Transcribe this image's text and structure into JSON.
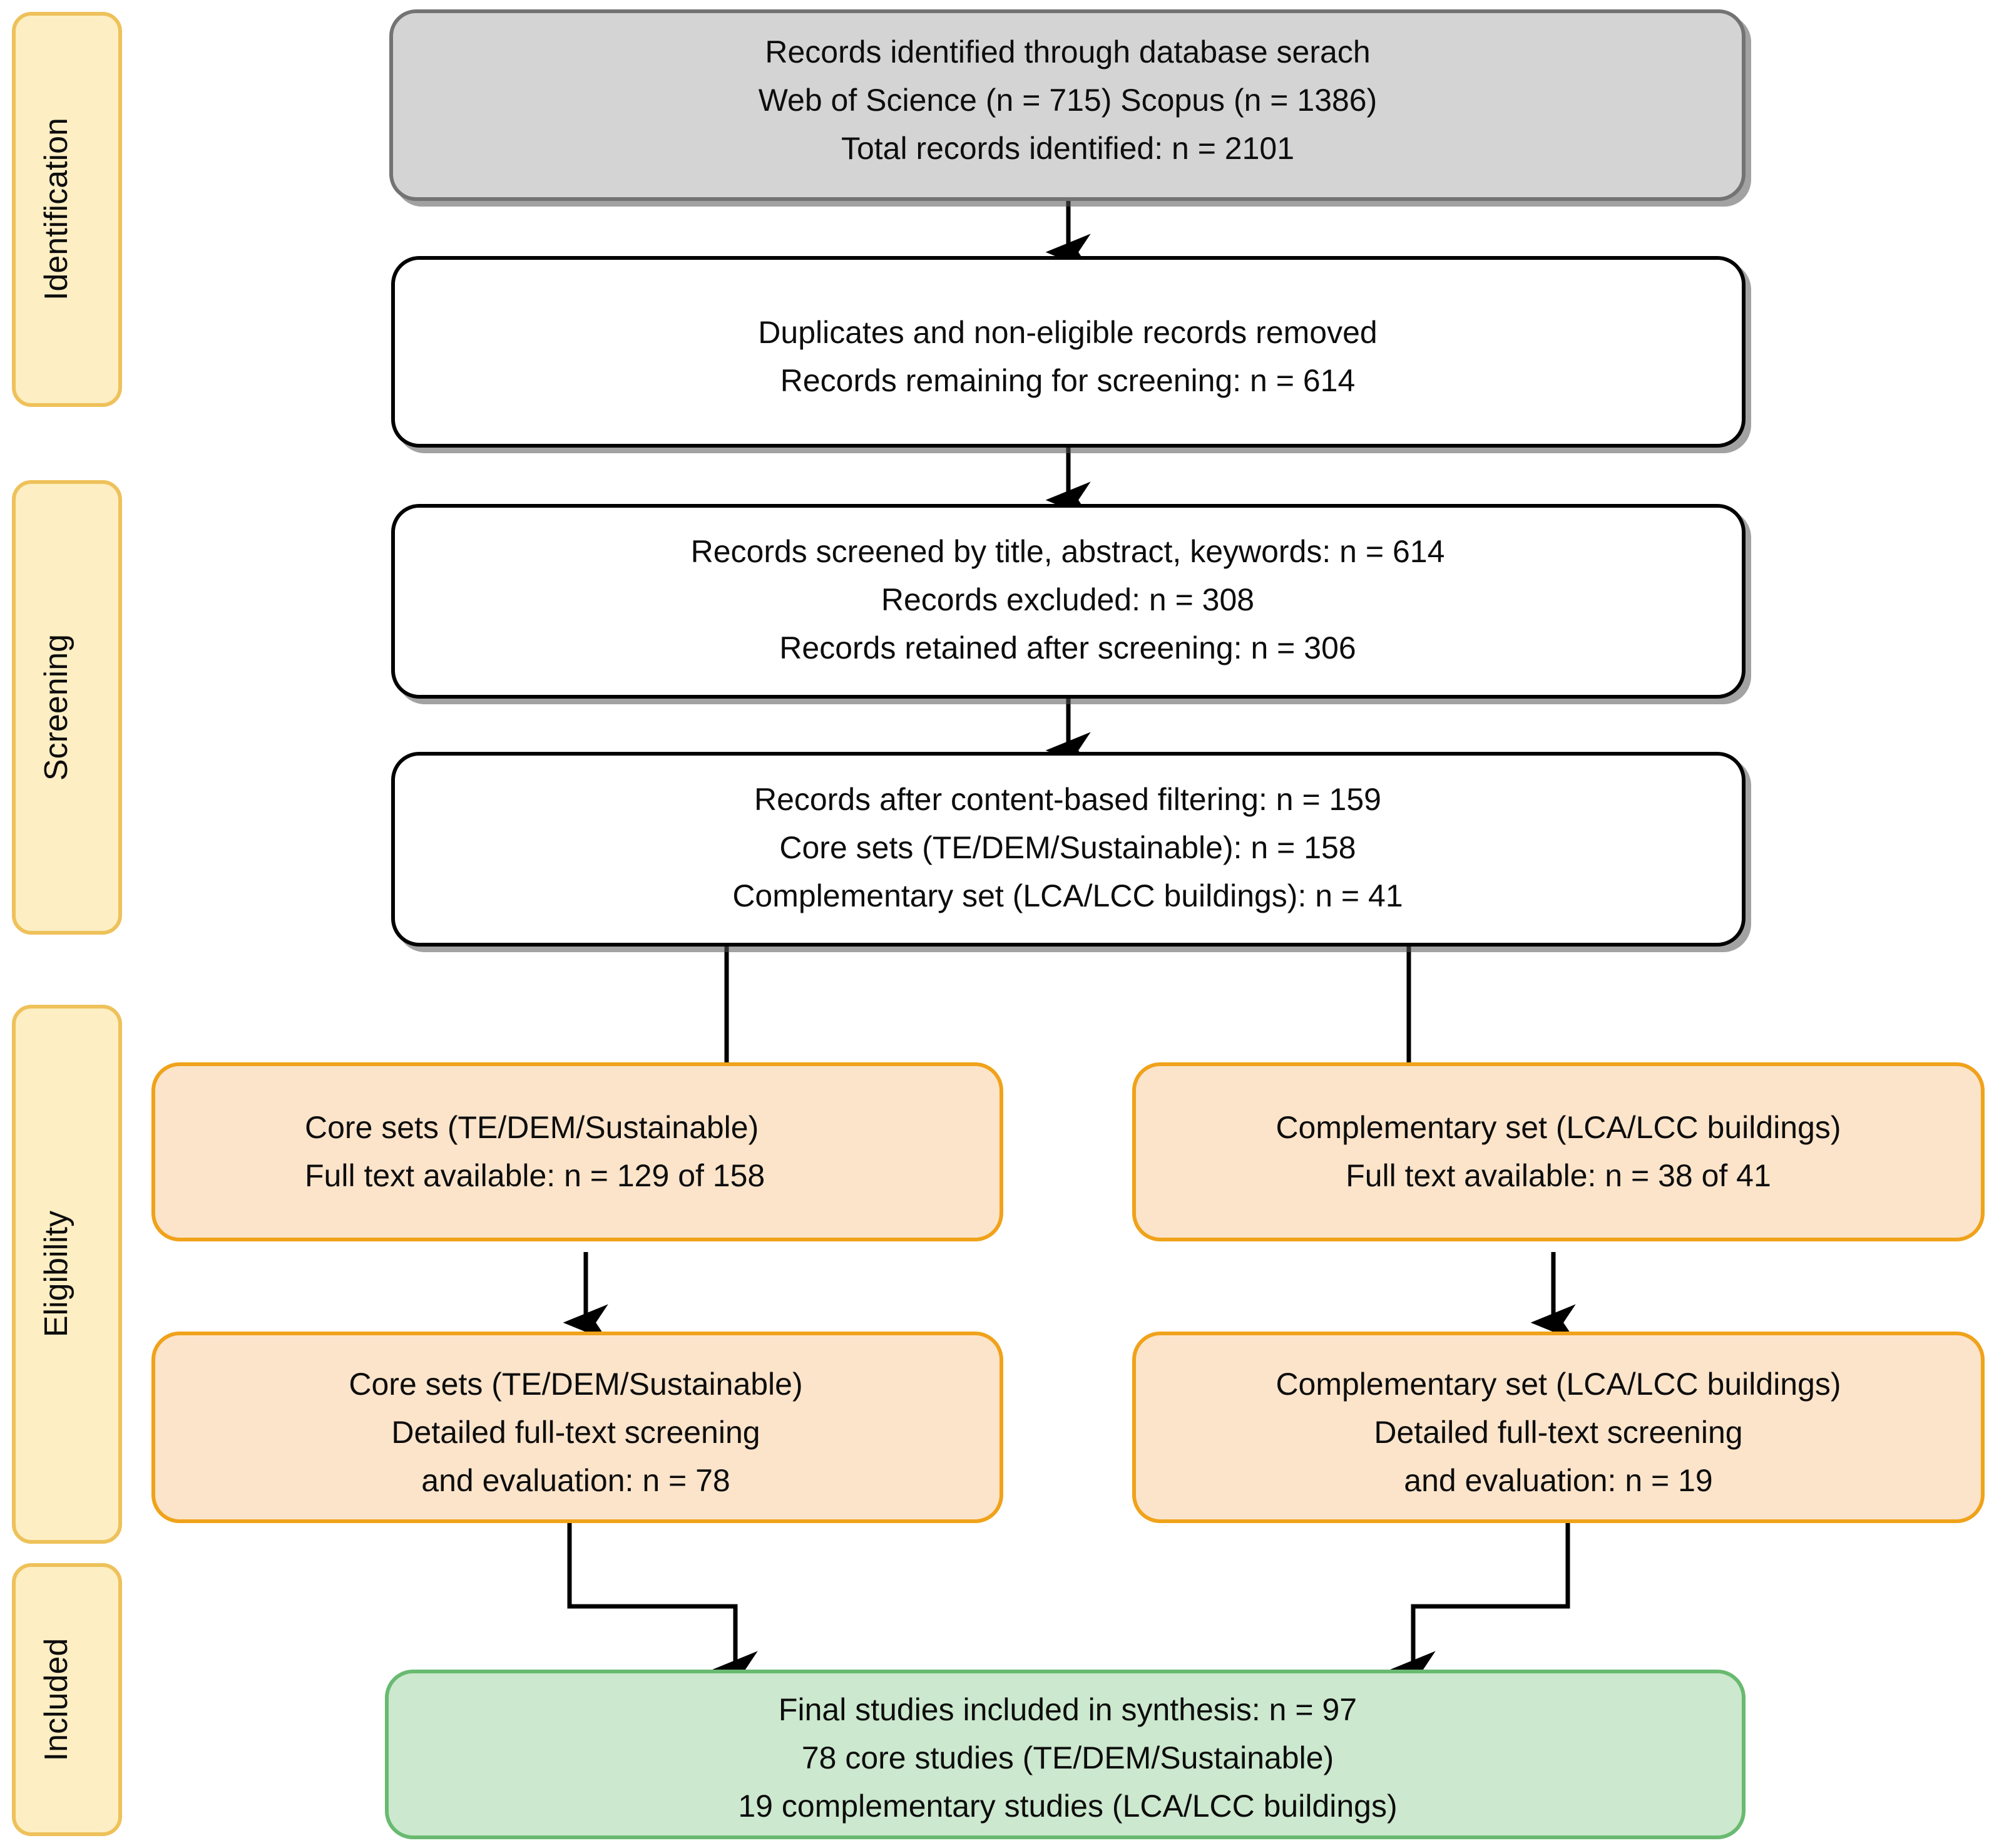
{
  "diagram": {
    "title": "PRISMA flow diagram of study identification, screening, eligibility and inclusion",
    "colors": {
      "identification_box_fill": "#d4d4d4",
      "identification_box_stroke": "#737373",
      "default_box_fill": "#ffffff",
      "default_box_stroke": "#000000",
      "eligibility_box_fill": "#fce4ca",
      "eligibility_box_stroke": "#f0a21a",
      "included_box_fill": "#cce8ce",
      "included_box_stroke": "#68ba70",
      "stage_label_fill": "#fdeec3",
      "stage_label_stroke": "#eec15a",
      "connector_color": "#000000",
      "text_color": "#0d0d0d"
    }
  },
  "stages": [
    {
      "id": "identification",
      "label": "Identification"
    },
    {
      "id": "screening",
      "label": "Screening"
    },
    {
      "id": "eligibility",
      "label": "Eligibility"
    },
    {
      "id": "included",
      "label": "Included"
    }
  ],
  "boxes": {
    "identification": {
      "lines": [
        "Records identified through database serach",
        "Web of Science (n = 715)     Scopus (n = 1386)",
        "Total records identified: n = 2101"
      ]
    },
    "duplicates_removed": {
      "lines": [
        "Duplicates and non-eligible records removed",
        "Records remaining for screening: n = 614"
      ]
    },
    "records_screened": {
      "lines": [
        "Records screened by title, abstract, keywords: n = 614",
        "Records excluded: n = 308",
        "Records retained after screening: n = 306"
      ]
    },
    "content_filtering": {
      "lines": [
        "Records after content-based filtering: n = 159",
        "Core sets (TE/DEM/Sustainable): n = 158",
        "Complementary set (LCA/LCC buildings): n = 41"
      ]
    },
    "core_fulltext_available": {
      "lines": [
        "Core sets (TE/DEM/Sustainable)",
        "Full text available: n = 129 of 158"
      ]
    },
    "complementary_fulltext_available": {
      "lines": [
        "Complementary set (LCA/LCC buildings)",
        "Full text available: n = 38 of 41"
      ]
    },
    "core_detailed_screening": {
      "lines": [
        "Core sets (TE/DEM/Sustainable)",
        "Detailed full-text screening",
        "and evaluation: n = 78"
      ]
    },
    "complementary_detailed_screening": {
      "lines": [
        "Complementary set (LCA/LCC buildings)",
        "Detailed full-text screening",
        "and evaluation: n = 19"
      ]
    },
    "final_included": {
      "lines": [
        "Final studies included in synthesis: n = 97",
        "78 core studies (TE/DEM/Sustainable)",
        "19 complementary studies (LCA/LCC buildings)"
      ]
    }
  },
  "chart_data": {
    "type": "flowchart",
    "title": "PRISMA study selection flow",
    "counts": {
      "web_of_science": 715,
      "scopus": 1386,
      "total_identified": 2101,
      "remaining_for_screening": 614,
      "screened": 614,
      "excluded": 308,
      "retained_after_screening": 306,
      "after_content_filtering": 159,
      "core_sets": 158,
      "complementary_set": 41,
      "core_fulltext_available": 129,
      "core_fulltext_total": 158,
      "complementary_fulltext_available": 38,
      "complementary_fulltext_total": 41,
      "core_detailed_evaluated": 78,
      "complementary_detailed_evaluated": 19,
      "final_included_total": 97,
      "final_core_studies": 78,
      "final_complementary_studies": 19
    }
  }
}
